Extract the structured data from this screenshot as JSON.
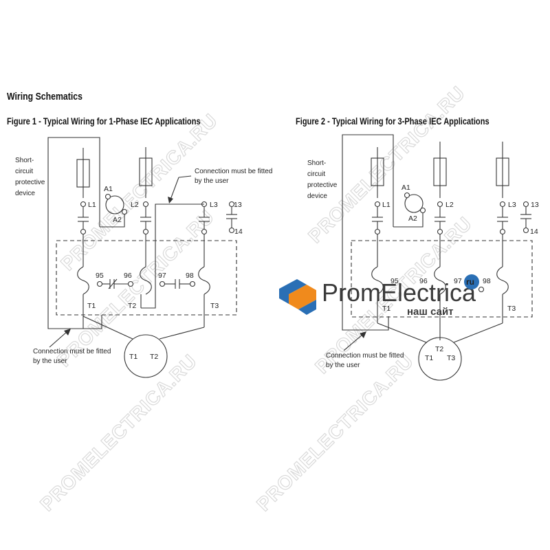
{
  "page": {
    "title": "Wiring Schematics"
  },
  "figure1": {
    "title": "Figure 1 - Typical Wiring for 1-Phase IEC Applications",
    "scpd_lines": [
      "Short-",
      "circuit",
      "protective",
      "device"
    ],
    "note_user_lines": [
      "Connection must be fitted",
      "by the user"
    ],
    "terminals": {
      "A1": "A1",
      "A2": "A2",
      "L1": "L1",
      "L2": "L2",
      "L3": "L3",
      "c13": "13",
      "c14": "14",
      "c95": "95",
      "c96": "96",
      "c97": "97",
      "c98": "98",
      "T1": "T1",
      "T2": "T2",
      "T3": "T3"
    },
    "motor": {
      "t1": "T1",
      "t2": "T2"
    }
  },
  "figure2": {
    "title": "Figure 2 - Typical Wiring for 3-Phase IEC Applications",
    "scpd_lines": [
      "Short-",
      "circuit",
      "protective",
      "device"
    ],
    "note_user_lines": [
      "Connection must be fitted",
      "by the user"
    ],
    "terminals": {
      "A1": "A1",
      "A2": "A2",
      "L1": "L1",
      "L2": "L2",
      "L3": "L3",
      "c13": "13",
      "c14": "14",
      "c95": "95",
      "c96": "96",
      "c97": "97",
      "c98": "98",
      "T1": "T1",
      "T3": "T3"
    },
    "motor": {
      "t1": "T1",
      "t2": "T2",
      "t3": "T3"
    }
  },
  "watermark": {
    "text": "PROMELECTRICA.RU"
  },
  "logo": {
    "name": "PromElectrica",
    "badge": "ru",
    "tagline": "наш сайт",
    "colors": {
      "blue": "#2a6fb5",
      "orange": "#f08a1c",
      "text": "#3a3a3a"
    }
  }
}
